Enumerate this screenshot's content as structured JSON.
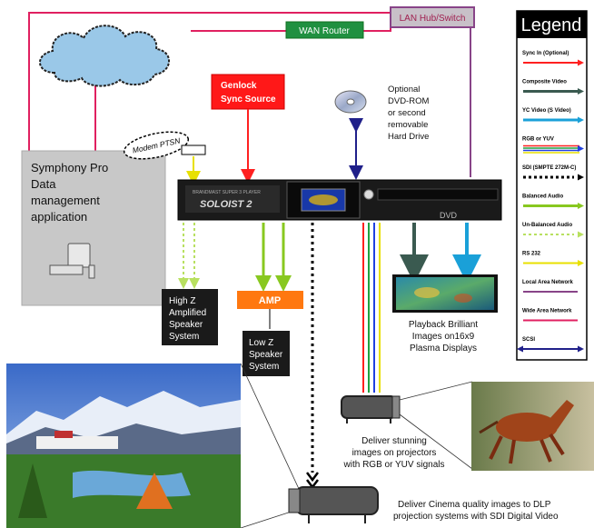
{
  "network": {
    "wan_router": "WAN Router",
    "lan_hub": "LAN Hub/Switch",
    "modem": "Modem PTSN"
  },
  "genlock": {
    "line1": "Genlock",
    "line2": "Sync Source"
  },
  "symphony": {
    "line1": "Symphony Pro",
    "line2": "Data",
    "line3": "management",
    "line4": "application"
  },
  "device": {
    "brand": "BRANDMAST SUPER 3 PLAYER",
    "model": "SOLOIST 2",
    "dvd": "DVD"
  },
  "dvdrom": {
    "line1": "Optional",
    "line2": "DVD-ROM",
    "line3": "or second",
    "line4": "removable",
    "line5": "Hard Drive"
  },
  "amp": {
    "label": "AMP"
  },
  "high_z": {
    "line1": "High Z",
    "line2": "Amplified",
    "line3": "Speaker",
    "line4": "System"
  },
  "low_z": {
    "line1": "Low Z",
    "line2": "Speaker",
    "line3": "System"
  },
  "plasma": {
    "line1": "Playback Brilliant",
    "line2": "Images on16x9",
    "line3": "Plasma Displays"
  },
  "projector_rgb": {
    "line1": "Deliver stunning",
    "line2": "images on projectors",
    "line3": "with RGB or YUV signals"
  },
  "cinema": {
    "line1": "Deliver Cinema quality images to DLP",
    "line2": "projection systems with SDI Digital Video"
  },
  "legend": {
    "title": "Legend",
    "items": [
      {
        "label": "Sync In (Optional)",
        "color": "#ff2020"
      },
      {
        "label": "Composite Video",
        "color": "#3a5a50"
      },
      {
        "label": "YC Video (S Video)",
        "color": "#1aa0d8"
      },
      {
        "label": "RGB or YUV",
        "color": "#ff2020"
      },
      {
        "label": "SDI (SMPTE 272M-C)",
        "color": "#000000"
      },
      {
        "label": "Balanced Audio",
        "color": "#88c820"
      },
      {
        "label": "Un-Balanced Audio",
        "color": "#b8e060"
      },
      {
        "label": "RS 232",
        "color": "#e8e000"
      },
      {
        "label": "Local Area Network",
        "color": "#884488"
      },
      {
        "label": "Wide Area Network",
        "color": "#e02060"
      },
      {
        "label": "SCSI",
        "color": "#20208a"
      }
    ]
  }
}
